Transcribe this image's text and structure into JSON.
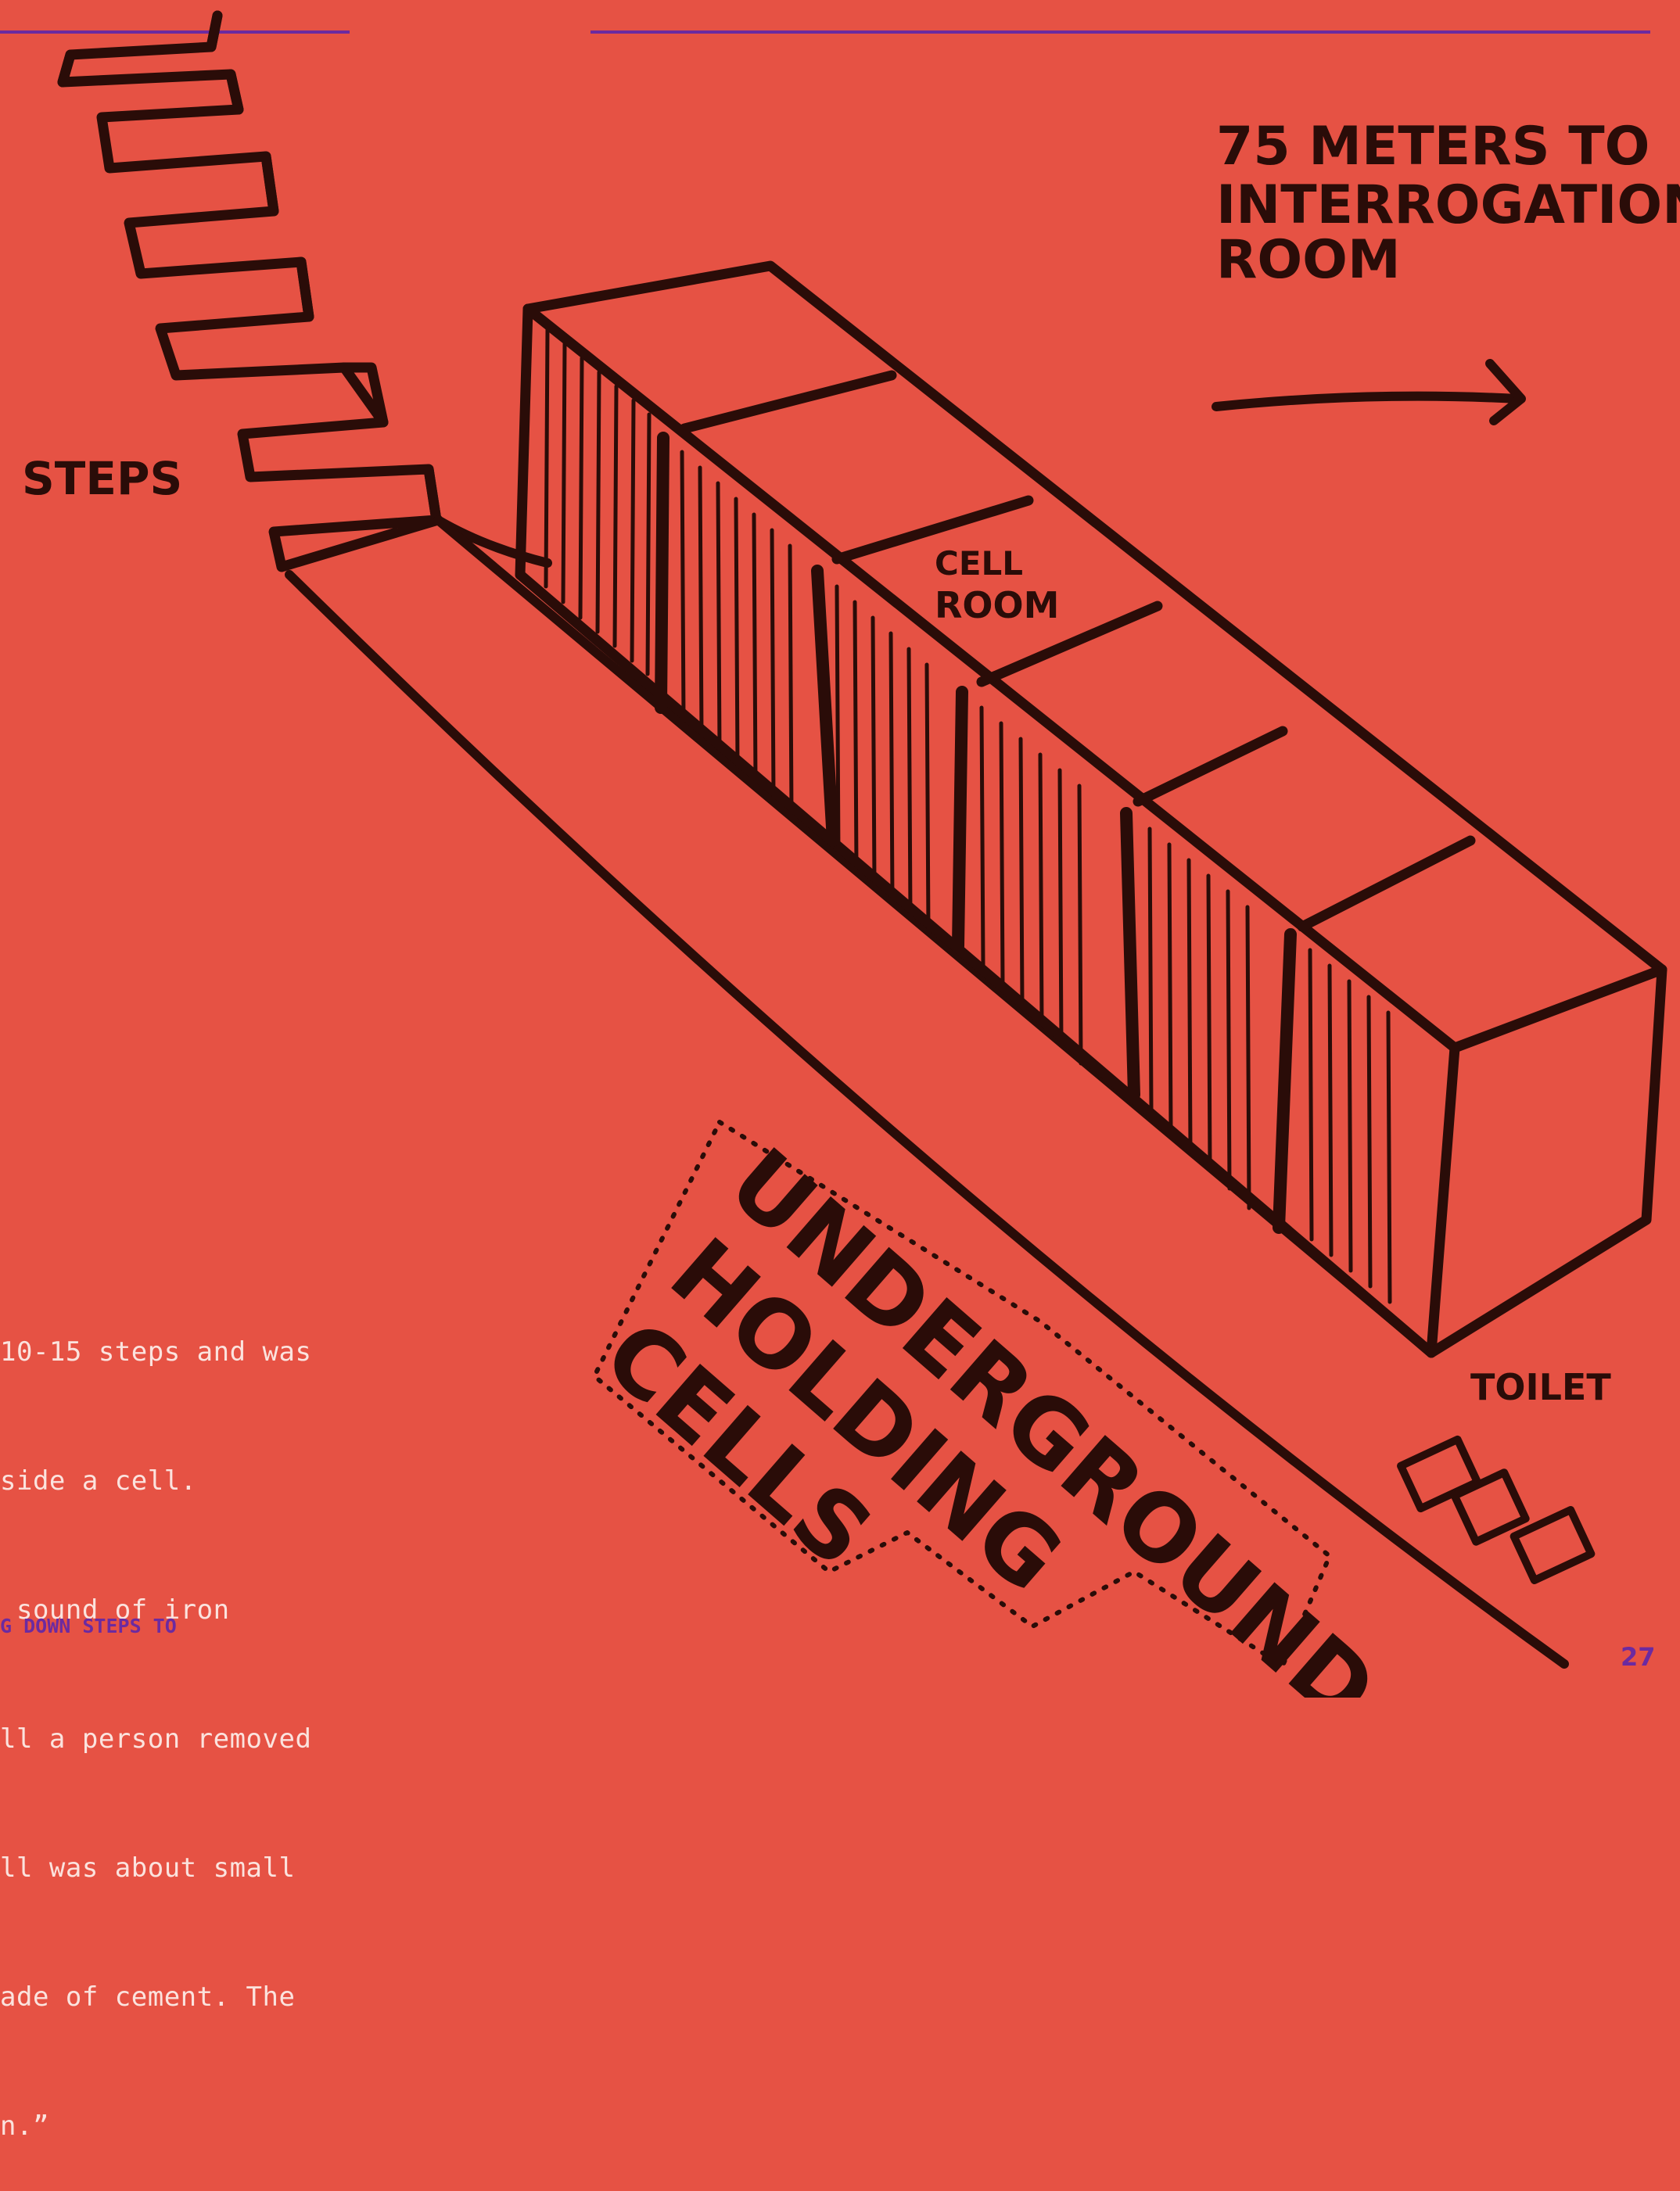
{
  "colors": {
    "background": "#e65244",
    "ink": "#2a0c08",
    "accent": "#6c2aa0",
    "quote_text": "#fbe3de"
  },
  "labels": {
    "steps": "STEPS",
    "interrogation_line1": "75 METERS TO",
    "interrogation_line2": "INTERROGATION",
    "interrogation_line3": "ROOM",
    "cell_line1": "CELL",
    "cell_line2": "ROOM",
    "holding_line1": "UNDERGROUND",
    "holding_line2": "HOLDING",
    "holding_line3": "CELLS",
    "toilet": "TOILET"
  },
  "quote_lines": [
    "10-15 steps and was",
    "side a cell.",
    " sound of iron",
    "ll a person removed",
    "ll was about small",
    "ade of cement. The",
    "n.”"
  ],
  "caption": "G DOWN STEPS TO",
  "page_number": "27"
}
